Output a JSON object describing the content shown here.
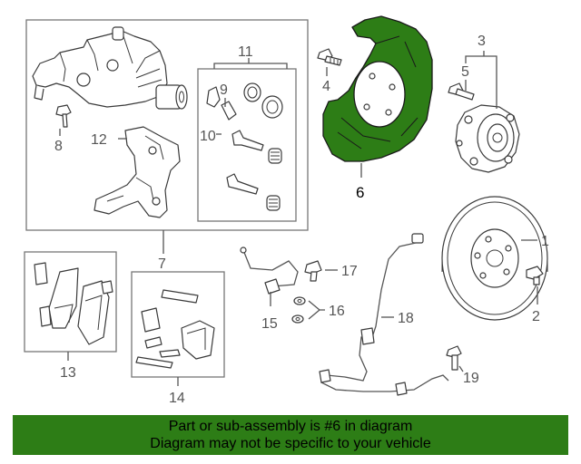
{
  "callouts": {
    "c1": "1",
    "c2": "2",
    "c3": "3",
    "c4": "4",
    "c5": "5",
    "c6": "6",
    "c7": "7",
    "c8": "8",
    "c9": "9",
    "c10": "10",
    "c11": "11",
    "c12": "12",
    "c13": "13",
    "c14": "14",
    "c15": "15",
    "c16": "16",
    "c17": "17",
    "c18": "18",
    "c19": "19"
  },
  "highlight": {
    "part": "6",
    "color": "#2d7d16"
  },
  "banner": {
    "line1": "Part or sub-assembly is #6 in diagram",
    "line2": "Diagram may not be specific to your vehicle",
    "background": "#2d7d16"
  }
}
